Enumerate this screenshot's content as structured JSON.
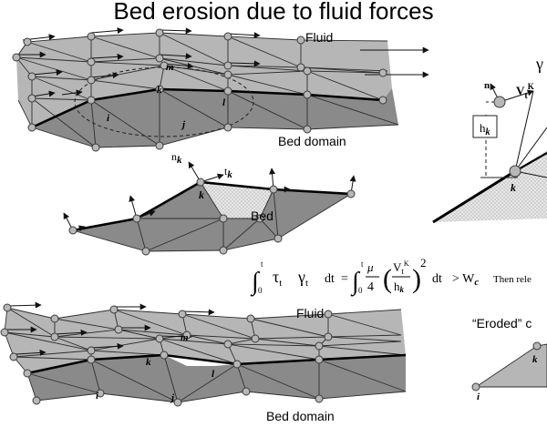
{
  "title": "Bed erosion due to fluid forces",
  "top_mesh": {
    "fluid_label": "Fluid",
    "bed_label": "Bed domain",
    "node_labels": {
      "i": "i",
      "j": "j",
      "k": "k",
      "l": "l",
      "m": "m"
    }
  },
  "bed_detail": {
    "bed_label": "Bed",
    "n_label": "n",
    "n_sub": "k",
    "t_label": "t",
    "t_sub": "k",
    "k_label": "k"
  },
  "right_detail": {
    "gamma_label": "γ",
    "n_label": "n",
    "v_label": "V",
    "v_sub": "t",
    "v_sup": "K",
    "h_label": "h",
    "h_sub": "k",
    "k_label": "k"
  },
  "equation": {
    "int_sym": "∫",
    "lower": "0",
    "upper": "t",
    "tau": "τ",
    "tau_sub": "t",
    "gamma": "γ",
    "gamma_sub": "t",
    "dt": "dt",
    "equals": "=",
    "mu": "μ",
    "four": "4",
    "v": "V",
    "v_sub": "t",
    "v_sup": "K",
    "h": "h",
    "h_sub": "k",
    "square": "2",
    "gt": "> W",
    "w_sub": "c",
    "then": "Then rele"
  },
  "bottom_mesh": {
    "fluid_label": "Fluid",
    "bed_label": "Bed domain",
    "node_labels": {
      "i": "i",
      "j": "j",
      "k": "k",
      "l": "l",
      "m": "m"
    }
  },
  "eroded": {
    "label": "“Eroded” c",
    "i_label": "i",
    "k_label": "k"
  }
}
